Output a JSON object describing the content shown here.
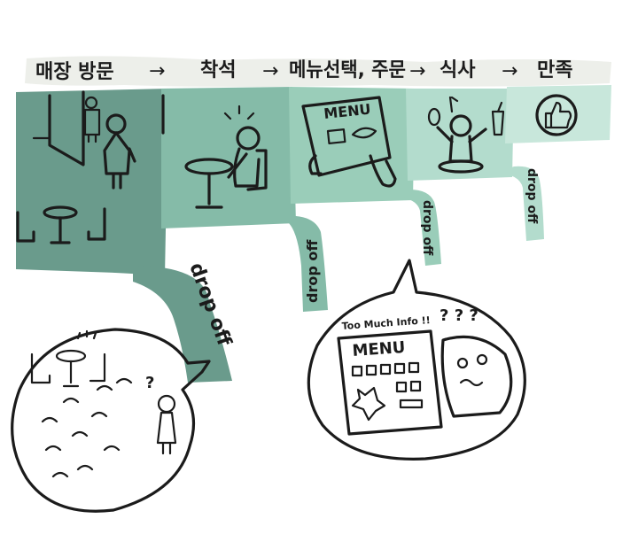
{
  "stages": [
    {
      "label": "매장 방문"
    },
    {
      "label": "착석"
    },
    {
      "label": "메뉴선택, 주문"
    },
    {
      "label": "식사"
    },
    {
      "label": "만족"
    }
  ],
  "arrow_glyph": "→",
  "drop_off_label": "drop off",
  "menu_word": "MENU",
  "bubble": {
    "overload_caption": "Too Much Info !!",
    "confused_marks": "? ? ?",
    "question_mark": "?"
  },
  "colors": {
    "stage1": "#6a9b8c",
    "stage2": "#85bba8",
    "stage3": "#9acdb9",
    "stage4": "#b3dccd",
    "stage5": "#c8e7db",
    "banner": "#dfe2d9",
    "ink": "#1b1b1b"
  }
}
